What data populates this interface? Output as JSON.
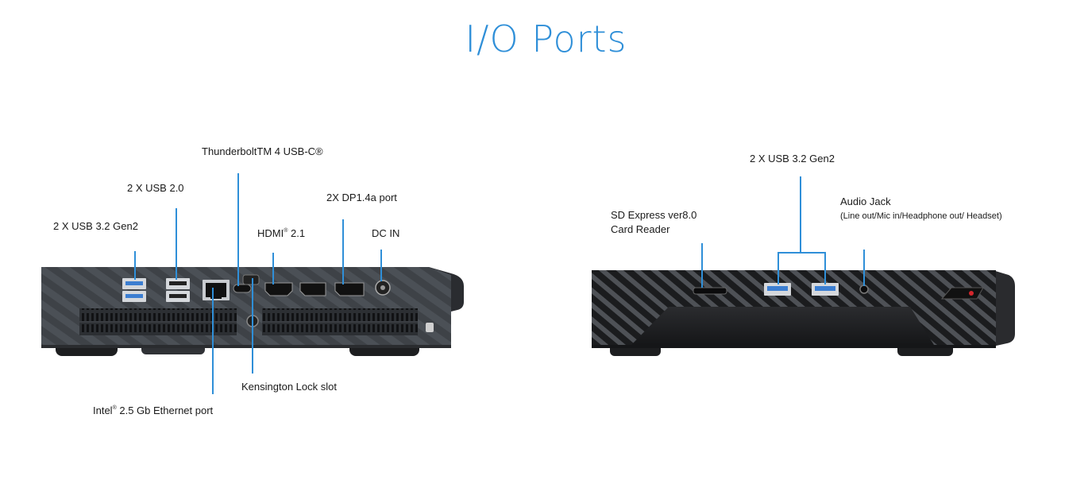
{
  "title": "I/O Ports",
  "accent_color": "#2f8fd8",
  "rear_panel": {
    "labels": {
      "thunderbolt": "ThunderboltTM 4 USB-C®",
      "usb20": "2 X USB 2.0",
      "dp": "2X DP1.4a port",
      "hdmi": "HDMI",
      "hdmi_sup": "®",
      "hdmi_ver": " 2.1",
      "usb32": "2 X USB 3.2 Gen2",
      "dcin": "DC IN",
      "kensington": "Kensington Lock slot",
      "ethernet_a": "Intel",
      "ethernet_sup": "®",
      "ethernet_b": " 2.5 Gb Ethernet port"
    }
  },
  "front_panel": {
    "labels": {
      "usb32": "2 X USB 3.2 Gen2",
      "audio_title": "Audio Jack",
      "audio_detail": "(Line out/Mic in/Headphone out/ Headset)",
      "sd_line1": "SD Express ver8.0",
      "sd_line2": "Card Reader"
    }
  }
}
